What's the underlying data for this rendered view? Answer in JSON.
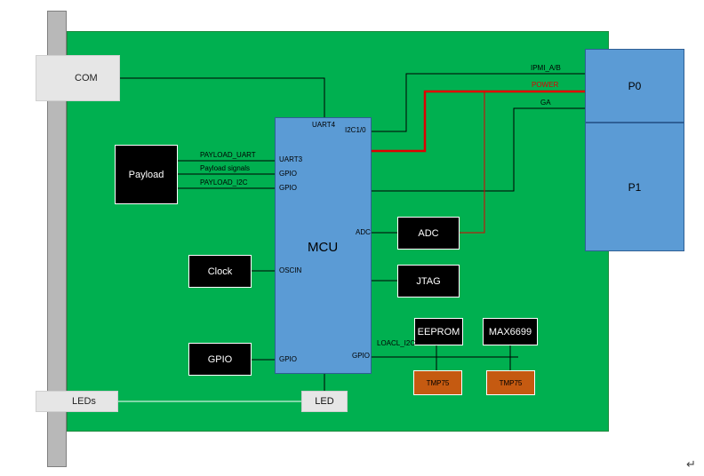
{
  "card": {
    "com_label": "COM",
    "leds_label": "LEDs"
  },
  "blocks": {
    "mcu": "MCU",
    "payload": "Payload",
    "clock": "Clock",
    "gpio": "GPIO",
    "adc": "ADC",
    "jtag": "JTAG",
    "eeprom": "EEPROM",
    "max6699": "MAX6699",
    "tmp75_a": "TMP75",
    "tmp75_b": "TMP75",
    "led": "LED",
    "p0": "P0",
    "p1": "P1"
  },
  "pins": {
    "uart4": "UART4",
    "i2c1_0": "I2C1/0",
    "uart3": "UART3",
    "gpio_1": "GPIO",
    "gpio_2": "GPIO",
    "adc": "ADC",
    "oscin": "OSCIN",
    "gpio_left": "GPIO",
    "gpio_right": "GPIO"
  },
  "signals": {
    "payload_uart": "PAYLOAD_UART",
    "payload_signals": "Payload signals",
    "payload_i2c": "PAYLOAD_I2C",
    "ipmi": "IPMI_A/B",
    "power": "POWER",
    "ga": "GA",
    "local_i2c": "LOACL_I2C"
  },
  "end_mark": "↵",
  "colors": {
    "board": "#00b050",
    "mcu": "#5b9bd5",
    "connector": "#5b9bd5",
    "power_line": "#e00000",
    "sensor": "#c55a11",
    "panel": "#b8b8b8"
  }
}
